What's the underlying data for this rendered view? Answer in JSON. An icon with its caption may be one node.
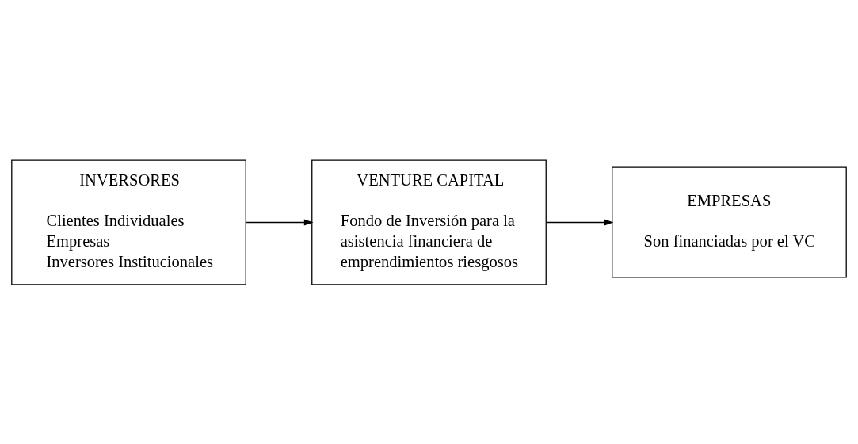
{
  "diagram": {
    "nodes": [
      {
        "text": [
          "INVERSORES",
          "Clientes Individuales",
          "Empresas",
          "Inversores Institucionales"
        ]
      },
      {
        "text": [
          "EMPRESAS",
          "Son financiadas por el VC"
        ]
      },
      {
        "text": [
          "VENTURE CAPITAL",
          "Fondo de Inversión para la asistencia financiera de emprendimientos riesgosos"
        ]
      }
    ],
    "edges": [
      {
        "from": 0,
        "to": 2,
        "arrow": "to"
      },
      {
        "from": 2,
        "to": 1,
        "arrow": "to"
      }
    ]
  }
}
